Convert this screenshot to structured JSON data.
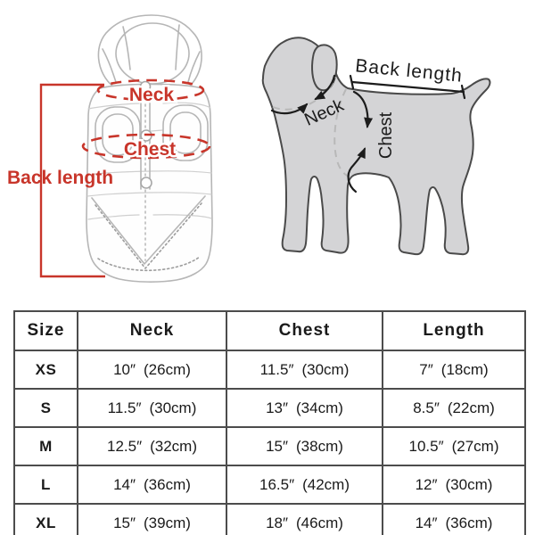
{
  "diagram": {
    "jacket": {
      "neck_label": "Neck",
      "chest_label": "Chest",
      "back_length_label": "Back length",
      "annotation_color": "#c8352a",
      "sketch_line_color": "#b6b6b6"
    },
    "dog": {
      "back_length_label": "Back length",
      "neck_label": "Neck",
      "chest_label": "Chest",
      "body_color": "#d4d4d6",
      "outline_color": "#4a4a4a",
      "annotation_color": "#1c1c1c",
      "dashed_guide_color": "#b8b8b8"
    }
  },
  "table": {
    "headers": [
      "Size",
      "Neck",
      "Chest",
      "Length"
    ],
    "border_color": "#4c4c4c",
    "rows": [
      {
        "size": "XS",
        "neck_in": "10″",
        "neck_cm": "(26cm)",
        "chest_in": "11.5″",
        "chest_cm": "(30cm)",
        "length_in": "7″",
        "length_cm": "(18cm)"
      },
      {
        "size": "S",
        "neck_in": "11.5″",
        "neck_cm": "(30cm)",
        "chest_in": "13″",
        "chest_cm": "(34cm)",
        "length_in": "8.5″",
        "length_cm": "(22cm)"
      },
      {
        "size": "M",
        "neck_in": "12.5″",
        "neck_cm": "(32cm)",
        "chest_in": "15″",
        "chest_cm": "(38cm)",
        "length_in": "10.5″",
        "length_cm": "(27cm)"
      },
      {
        "size": "L",
        "neck_in": "14″",
        "neck_cm": "(36cm)",
        "chest_in": "16.5″",
        "chest_cm": "(42cm)",
        "length_in": "12″",
        "length_cm": "(30cm)"
      },
      {
        "size": "XL",
        "neck_in": "15″",
        "neck_cm": "(39cm)",
        "chest_in": "18″",
        "chest_cm": "(46cm)",
        "length_in": "14″",
        "length_cm": "(36cm)"
      }
    ]
  }
}
